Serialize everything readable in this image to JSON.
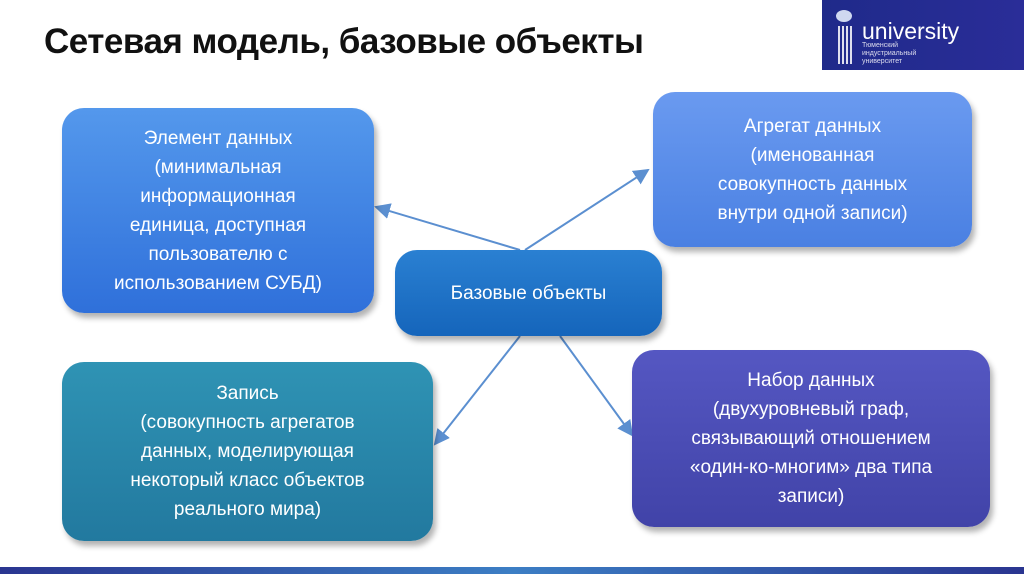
{
  "title": "Сетевая модель, базовые объекты",
  "logo": {
    "name": "university",
    "subtitle": "Тюменский индустриальный университет"
  },
  "center": "Базовые объекты",
  "boxes": {
    "data_element": [
      "Элемент данных",
      "(минимальная",
      "информационная",
      "единица, доступная",
      "пользователю с",
      "использованием СУБД)"
    ],
    "data_aggregate": [
      "Агрегат данных",
      "(именованная",
      "совокупность данных",
      "внутри одной записи)"
    ],
    "record": [
      "Запись",
      "(совокупность агрегатов",
      "данных, моделирующая",
      "некоторый класс объектов",
      "реального мира)"
    ],
    "data_set": [
      "Набор данных",
      "(двухуровневый граф,",
      "связывающий отношением",
      "«один-ко-многим» два типа",
      "записи)"
    ]
  },
  "colors": {
    "arrow": "#5b8fd0"
  }
}
